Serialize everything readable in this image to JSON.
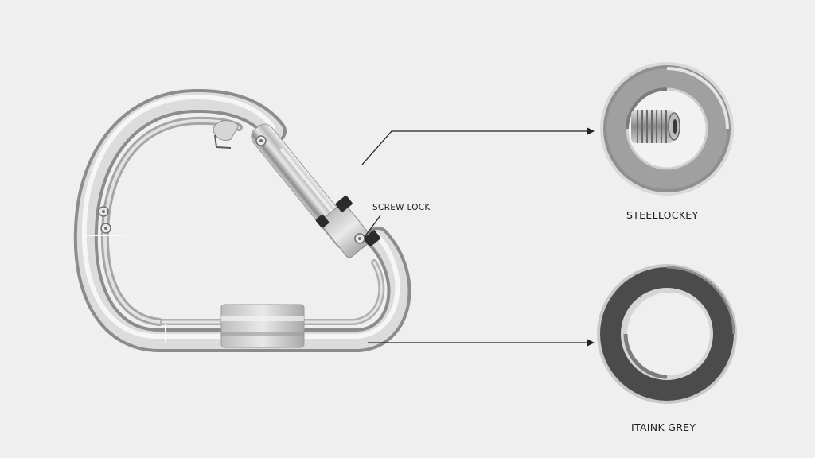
{
  "diagram": {
    "subject": "carabiner",
    "background_color": "#efefef",
    "line_color": "#222222",
    "callouts": [
      {
        "id": "screw-lock",
        "label": "SCREW LOCK",
        "target": "screw lock sleeve"
      },
      {
        "id": "steel-lockey",
        "label": "STEELLOCKEY",
        "target": "ring with threaded screw insert"
      },
      {
        "id": "itaink-grey",
        "label": "ITAINK GREY",
        "target": "dark grey ring"
      }
    ]
  }
}
